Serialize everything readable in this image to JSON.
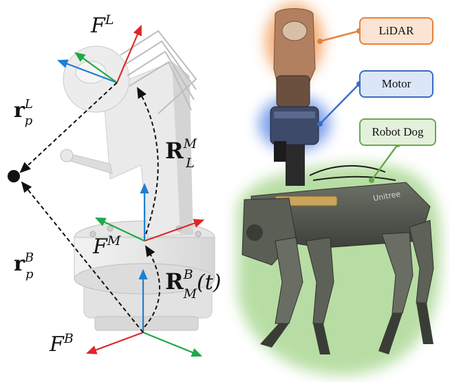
{
  "left_panel": {
    "frames": {
      "lidar": {
        "base": "F",
        "sup": "L"
      },
      "motor": {
        "base": "F",
        "sup": "M"
      },
      "body": {
        "base": "F",
        "sup": "B"
      }
    },
    "vectors": {
      "r_lidar": {
        "base": "r",
        "sub": "p",
        "sup": "L"
      },
      "r_body": {
        "base": "r",
        "sub": "p",
        "sup": "B"
      }
    },
    "rotations": {
      "lidar_to_motor": {
        "base": "R",
        "sub": "L",
        "sup": "M"
      },
      "motor_to_body": {
        "base": "R",
        "sub": "M",
        "sup": "B",
        "arg": "(t)"
      }
    }
  },
  "right_panel": {
    "labels": [
      {
        "id": "lidar",
        "text": "LiDAR"
      },
      {
        "id": "motor",
        "text": "Motor"
      },
      {
        "id": "dog",
        "text": "Robot Dog"
      }
    ],
    "brand": "Unitree"
  },
  "colors": {
    "axis_x": "#e0262b",
    "axis_y": "#1f7fd1",
    "axis_z": "#1fa84a",
    "lidar_box_border": "#e5823a",
    "lidar_box_fill": "#fbe4d4",
    "motor_box_border": "#3b6cc4",
    "motor_box_fill": "#dbe6f6",
    "dog_box_border": "#6aa84f",
    "dog_box_fill": "#e4f0dc"
  }
}
